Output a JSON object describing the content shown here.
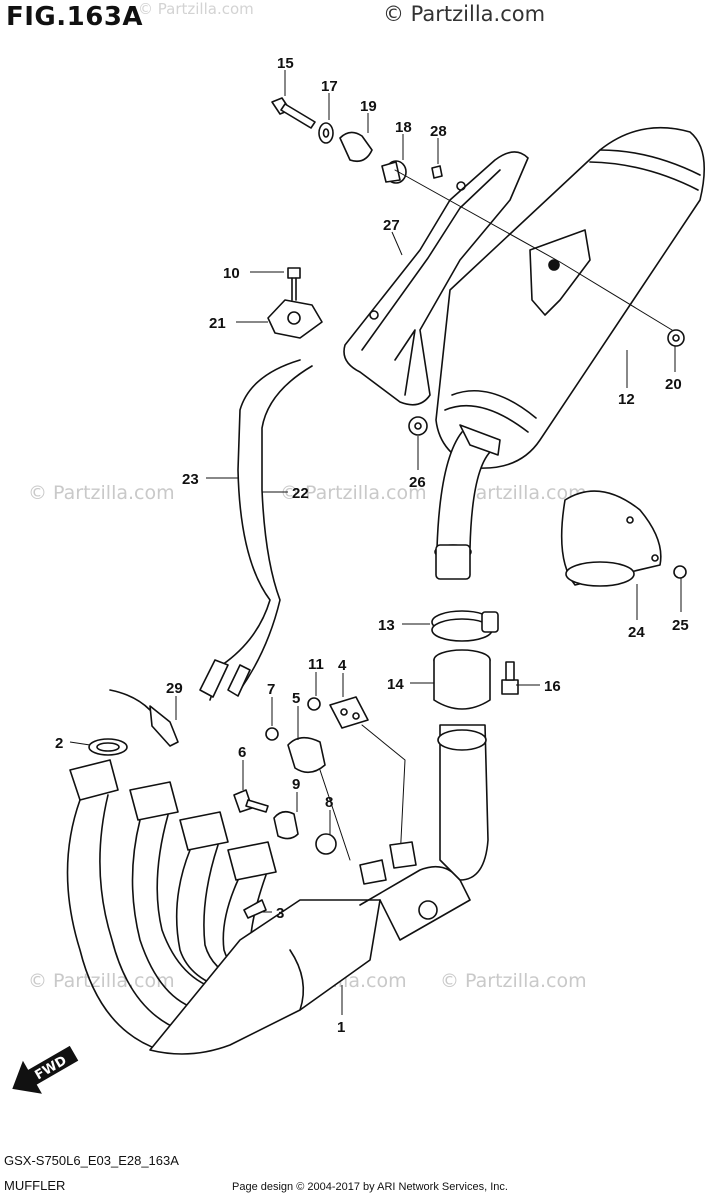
{
  "header": {
    "figure_title": "FIG.163A",
    "watermark_top": "© Partzilla.com"
  },
  "watermarks": [
    "© Partzilla.com",
    "© Partzilla.com",
    "© Partzilla.com",
    "© Partzilla.com",
    "© Partzilla.com",
    "© Partzilla.com",
    "© Partzilla.com"
  ],
  "callouts": [
    "15",
    "17",
    "19",
    "18",
    "28",
    "27",
    "10",
    "21",
    "23",
    "22",
    "26",
    "12",
    "20",
    "13",
    "14",
    "16",
    "24",
    "25",
    "11",
    "4",
    "7",
    "5",
    "29",
    "2",
    "6",
    "9",
    "8",
    "3",
    "1"
  ],
  "direction_label": "FWD",
  "footer": {
    "diagram_code": "GSX-S750L6_E03_E28_163A",
    "diagram_name": "MUFFLER",
    "copyright": "Page design © 2004-2017 by ARI Network Services, Inc."
  },
  "colors": {
    "ink": "#111111",
    "watermark": "#c9c9c9",
    "background": "#ffffff"
  }
}
